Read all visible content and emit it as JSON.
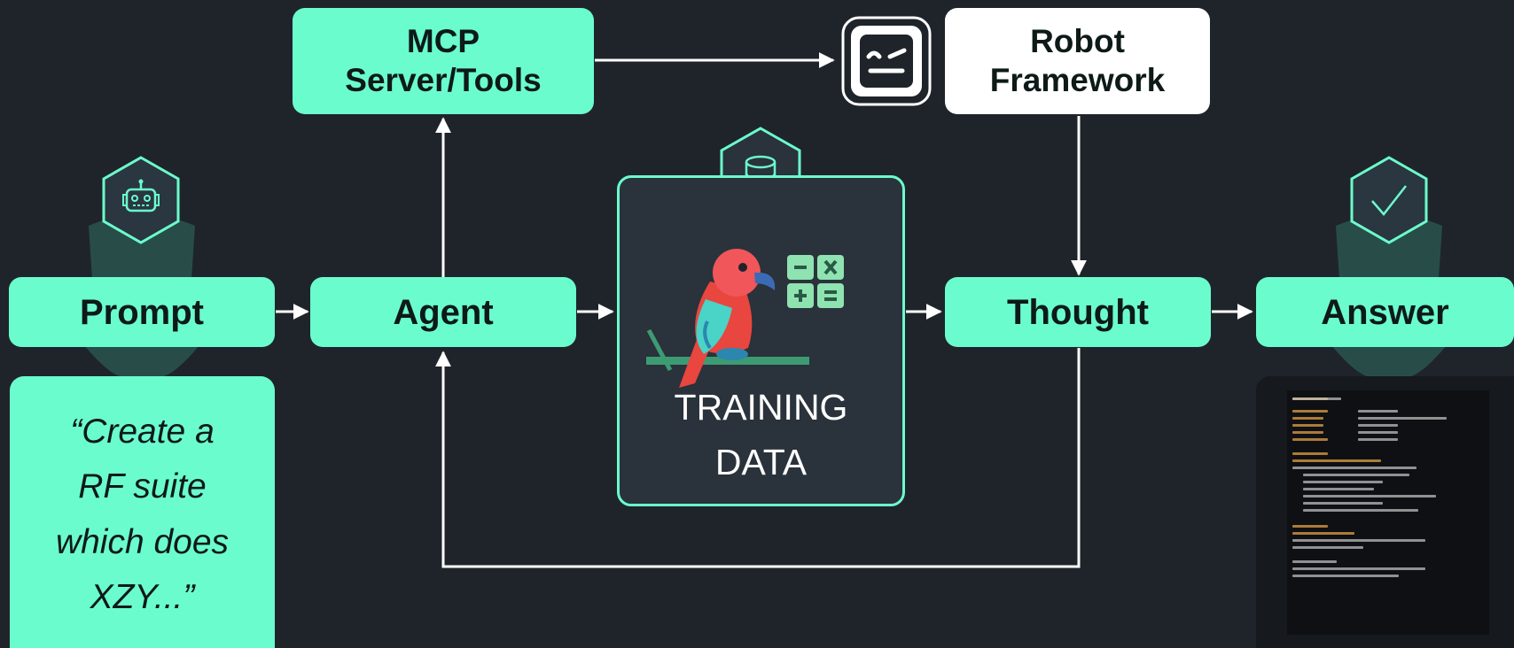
{
  "nodes": {
    "prompt": "Prompt",
    "agent": "Agent",
    "mcp": "MCP\nServer/Tools",
    "robot_framework": "Robot\nFramework",
    "thought": "Thought",
    "answer": "Answer"
  },
  "training_data": "TRAINING\nDATA",
  "prompt_example": "“Create a\nRF suite\nwhich does\nXZY...”",
  "icons": {
    "prompt": "robot-head-icon",
    "training": "database-icon",
    "answer": "checkmark-icon",
    "robot_framework": "robot-framework-logo-icon",
    "training_image": "parrot-calculator-icon"
  },
  "colors": {
    "background": "#1f242b",
    "accent": "#6bfccd",
    "arrow": "#ffffff",
    "panel": "#2a323b"
  }
}
